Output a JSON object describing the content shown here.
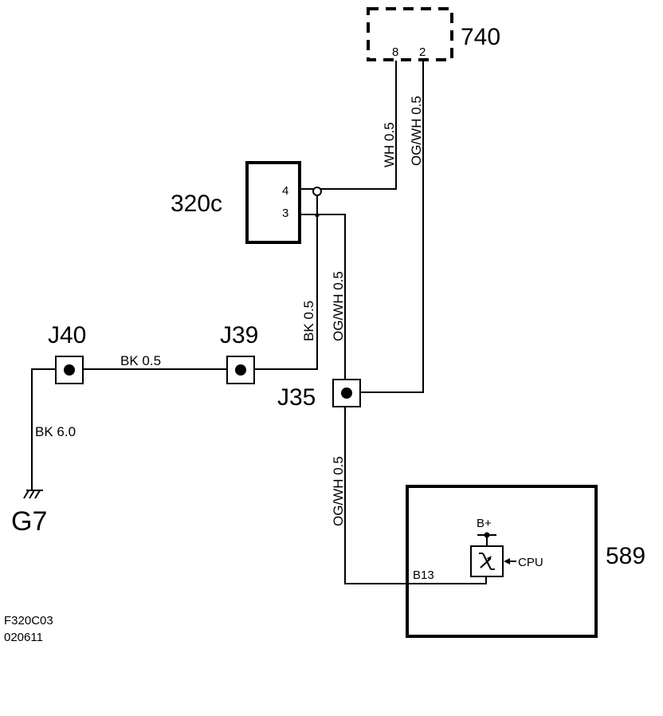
{
  "components": {
    "c740": {
      "label": "740",
      "pin_a": "8",
      "pin_b": "2"
    },
    "c320c": {
      "label": "320c",
      "pin_a": "4",
      "pin_b": "3"
    },
    "c589": {
      "label": "589",
      "bplus": "B+",
      "cpu": "CPU",
      "pin": "B13"
    }
  },
  "junctions": {
    "j40": "J40",
    "j39": "J39",
    "j35": "J35"
  },
  "ground": {
    "label": "G7"
  },
  "wires": {
    "w1": "WH  0.5",
    "w2": "OG/WH  0.5",
    "w3": "OG/WH  0.5",
    "w4": "BK  0.5",
    "w5": "BK  0.5",
    "w6": "BK  6.0",
    "w7": "OG/WH  0.5"
  },
  "footer": {
    "code": "F320C03",
    "date": "020611"
  }
}
